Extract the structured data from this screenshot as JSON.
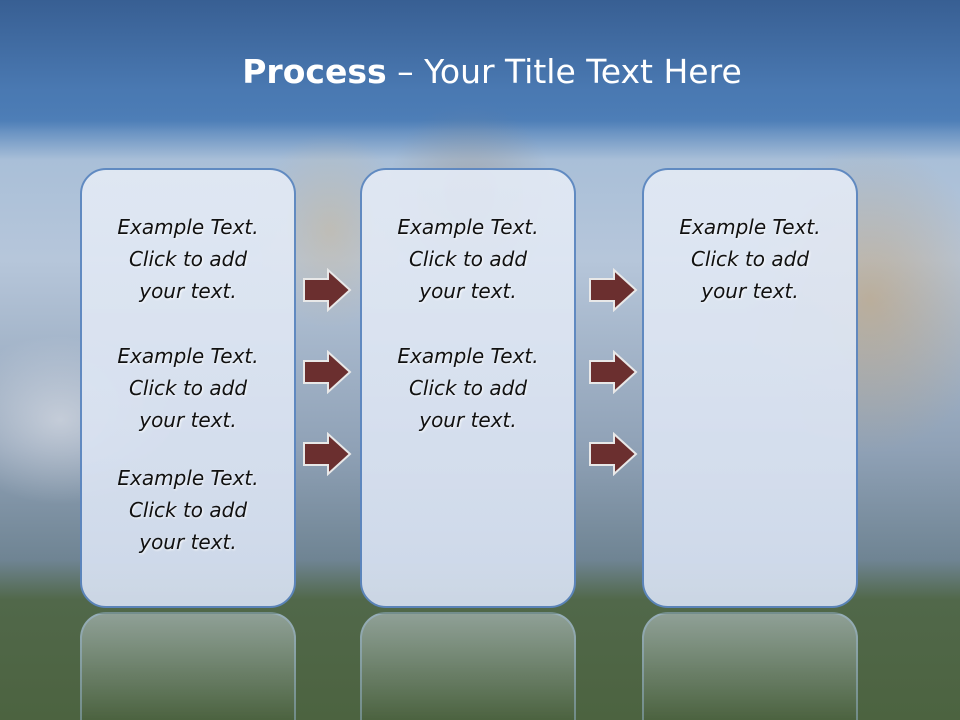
{
  "slide": {
    "title_bold": "Process",
    "title_rest": "– Your Title Text Here"
  },
  "columns": [
    {
      "items": [
        {
          "l1": "Example Text.",
          "l2": "Click  to add",
          "l3": "your text."
        },
        {
          "l1": "Example Text.",
          "l2": "Click  to add",
          "l3": "your text."
        },
        {
          "l1": "Example Text.",
          "l2": "Click  to add",
          "l3": "your text."
        }
      ]
    },
    {
      "items": [
        {
          "l1": "Example Text.",
          "l2": "Click  to add",
          "l3": "your text."
        },
        {
          "l1": "Example Text.",
          "l2": "Click  to add",
          "l3": "your text."
        }
      ]
    },
    {
      "items": [
        {
          "l1": "Example Text.",
          "l2": "Click  to add",
          "l3": "your text."
        }
      ]
    }
  ],
  "colors": {
    "arrow_fill": "#6b2f2f",
    "box_border": "#5b86c0"
  }
}
